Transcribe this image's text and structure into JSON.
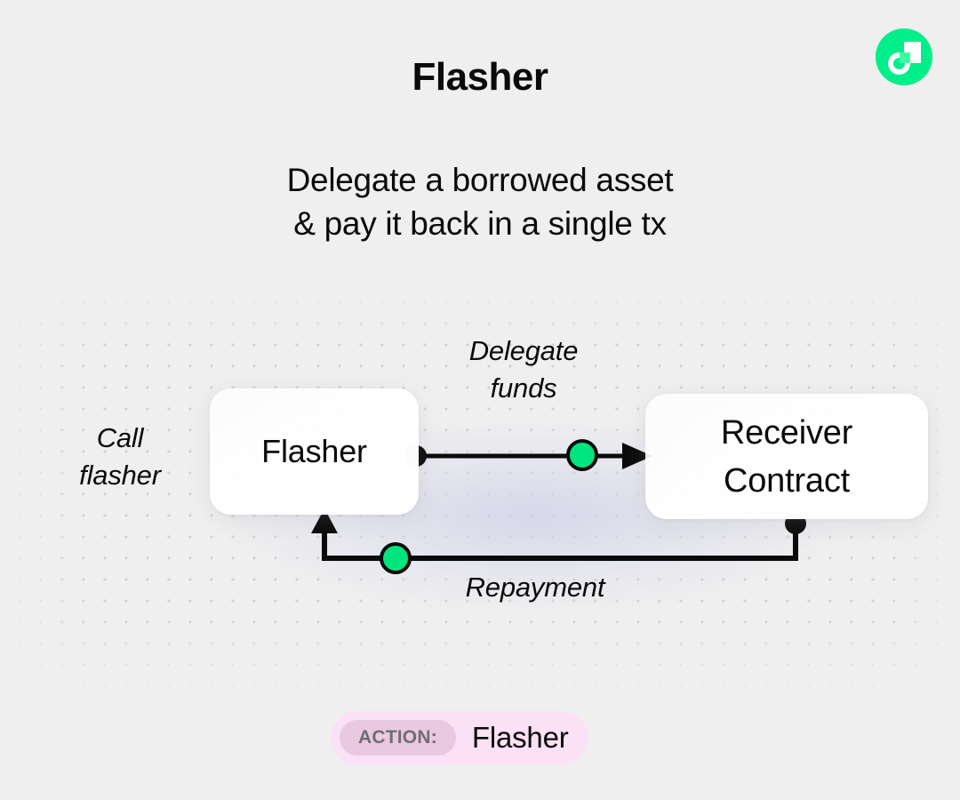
{
  "header": {
    "title": "Flasher",
    "subtitle_line1": "Delegate a borrowed asset",
    "subtitle_line2": "& pay it back in a single tx",
    "logo_name": "flow-logo"
  },
  "diagram": {
    "nodes": [
      {
        "id": "flasher",
        "label": "Flasher"
      },
      {
        "id": "receiver",
        "label_line1": "Receiver",
        "label_line2": "Contract"
      }
    ],
    "labels": {
      "call_line1": "Call",
      "call_line2": "flasher",
      "delegate_line1": "Delegate",
      "delegate_line2": "funds",
      "repayment": "Repayment"
    }
  },
  "footer": {
    "action_chip": "ACTION:",
    "action_value": "Flasher"
  },
  "colors": {
    "background": "#efefef",
    "brand_green": "#00ef8b",
    "node_green": "#00e47e",
    "line": "#0a0a0a",
    "badge_pink": "#fbe1f5",
    "chip_pink": "#e9c8e1",
    "grid_dot": "#d2d2d2"
  }
}
